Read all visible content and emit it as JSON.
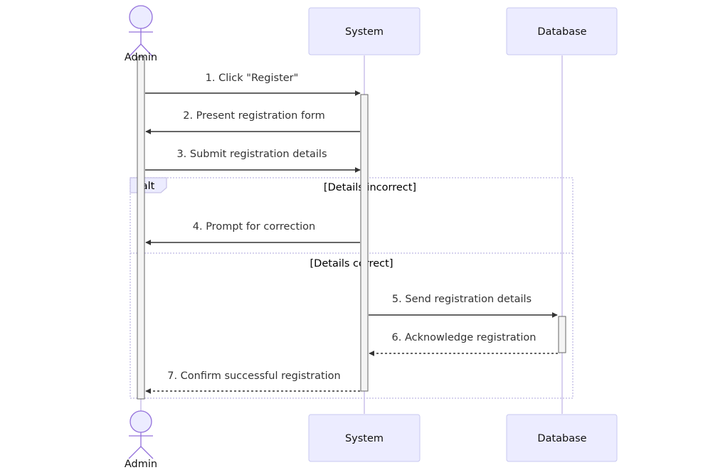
{
  "participants": {
    "admin": "Admin",
    "system": "System",
    "database": "Database"
  },
  "messages": [
    {
      "id": "m1",
      "text": "1. Click \"Register\"",
      "from": "admin",
      "to": "system",
      "style": "solid"
    },
    {
      "id": "m2",
      "text": "2. Present registration form",
      "from": "system",
      "to": "admin",
      "style": "solid"
    },
    {
      "id": "m3",
      "text": "3. Submit registration details",
      "from": "admin",
      "to": "system",
      "style": "solid"
    },
    {
      "id": "m4",
      "text": "4. Prompt for correction",
      "from": "system",
      "to": "admin",
      "style": "solid"
    },
    {
      "id": "m5",
      "text": "5. Send registration details",
      "from": "system",
      "to": "database",
      "style": "solid"
    },
    {
      "id": "m6",
      "text": "6. Acknowledge registration",
      "from": "database",
      "to": "system",
      "style": "dashed"
    },
    {
      "id": "m7",
      "text": "7. Confirm successful registration",
      "from": "system",
      "to": "admin",
      "style": "dashed"
    }
  ],
  "alt_block": {
    "keyword": "alt",
    "conditions": [
      "[Details incorrect]",
      "[Details correct]"
    ]
  },
  "colors": {
    "participant_fill": "#ECECFF",
    "participant_stroke": "#C8C8F0",
    "actor_stroke": "#9370DB",
    "lifeline": "#D8D0F0",
    "arrow": "#333333"
  }
}
